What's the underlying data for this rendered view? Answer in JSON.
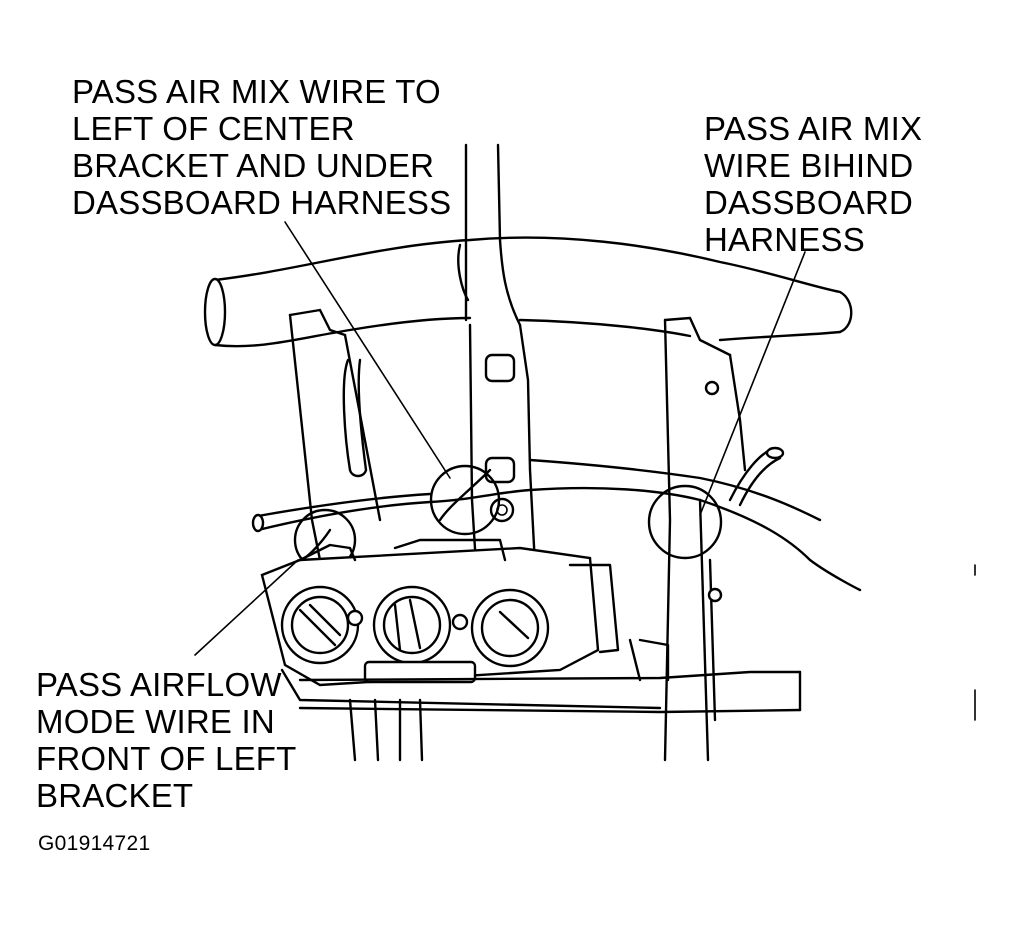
{
  "callouts": {
    "air_mix_left": [
      "PASS AIR MIX WIRE TO",
      "LEFT OF CENTER",
      "BRACKET AND UNDER",
      "DASSBOARD HARNESS"
    ],
    "air_mix_behind": [
      "PASS AIR MIX",
      "WIRE BIHIND",
      "DASSBOARD",
      "HARNESS"
    ],
    "airflow_mode": [
      "PASS AIRFLOW",
      "MODE WIRE IN",
      "FRONT OF LEFT",
      "BRACKET"
    ]
  },
  "figure_code": "G01914721"
}
